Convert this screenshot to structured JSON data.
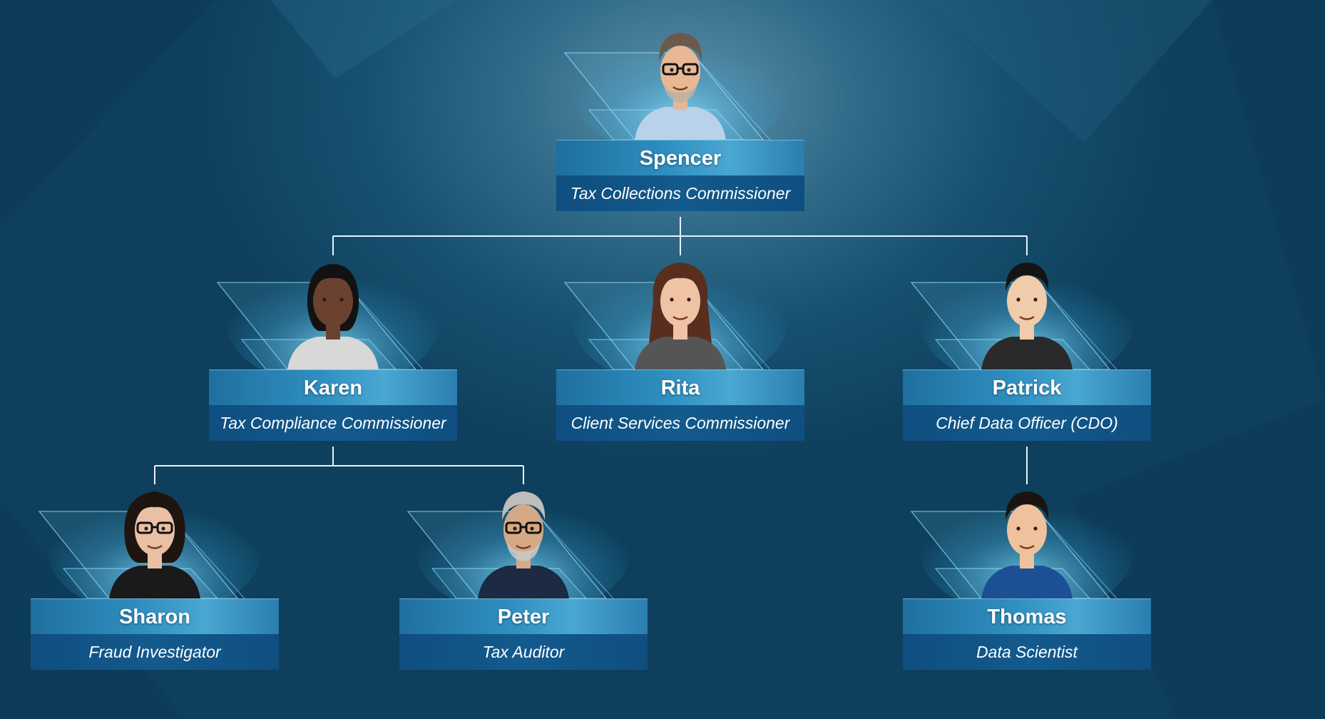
{
  "org_chart": {
    "nodes": [
      {
        "id": "spencer",
        "name": "Spencer",
        "title": "Tax Collections Commissioner",
        "parent": null,
        "avatar": "man-glasses-beard-avatar"
      },
      {
        "id": "karen",
        "name": "Karen",
        "title": "Tax Compliance Commissioner",
        "parent": "spencer",
        "avatar": "woman-short-hair-avatar"
      },
      {
        "id": "rita",
        "name": "Rita",
        "title": "Client Services Commissioner",
        "parent": "spencer",
        "avatar": "woman-long-hair-avatar"
      },
      {
        "id": "patrick",
        "name": "Patrick",
        "title": "Chief Data Officer (CDO)",
        "parent": "spencer",
        "avatar": "man-short-hair-avatar"
      },
      {
        "id": "sharon",
        "name": "Sharon",
        "title": "Fraud Investigator",
        "parent": "karen",
        "avatar": "woman-glasses-avatar"
      },
      {
        "id": "peter",
        "name": "Peter",
        "title": "Tax Auditor",
        "parent": "karen",
        "avatar": "man-glasses-grey-hair-avatar"
      },
      {
        "id": "thomas",
        "name": "Thomas",
        "title": "Data Scientist",
        "parent": "patrick",
        "avatar": "man-smiling-avatar"
      }
    ]
  },
  "colors": {
    "background_dark": "#0e3f5c",
    "background_light": "#5f8fa8",
    "name_bar": "#2f8fc0",
    "title_bar": "#135a8d",
    "connector": "#e8f2f8",
    "text": "#ffffff"
  }
}
